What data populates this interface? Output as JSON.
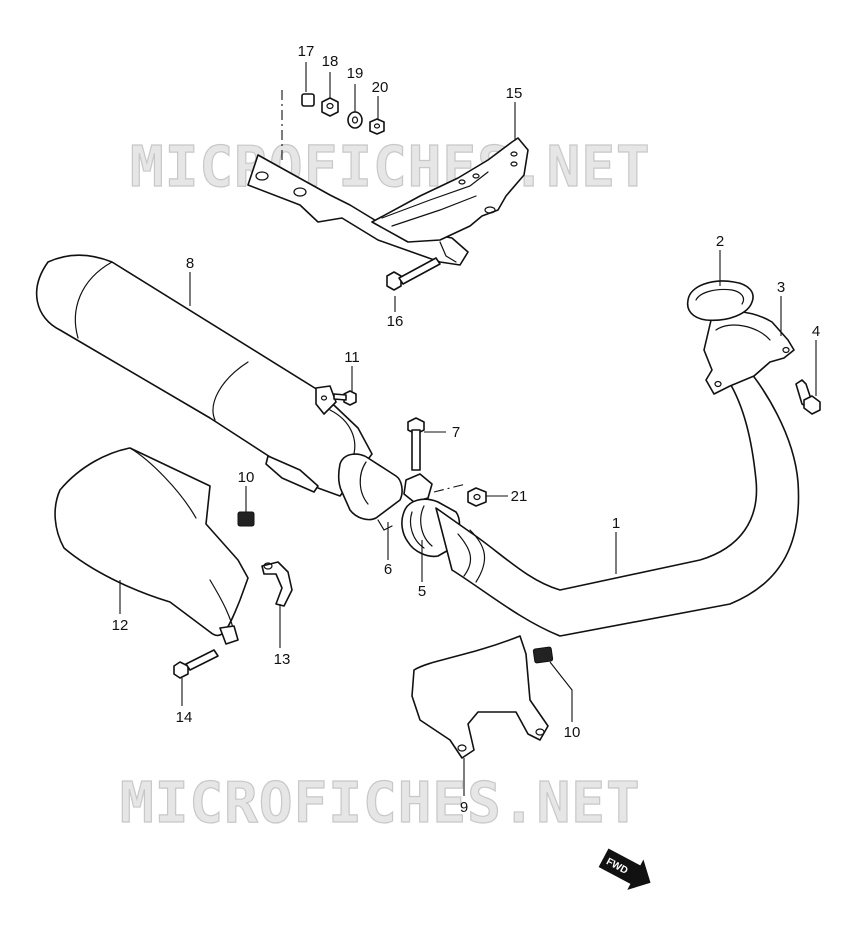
{
  "watermark": "MICROFICHES.NET",
  "fwd_label": "FWD",
  "callouts": [
    {
      "id": "c17",
      "label": "17"
    },
    {
      "id": "c18",
      "label": "18"
    },
    {
      "id": "c19",
      "label": "19"
    },
    {
      "id": "c20",
      "label": "20"
    },
    {
      "id": "c15",
      "label": "15"
    },
    {
      "id": "c16",
      "label": "16"
    },
    {
      "id": "c8",
      "label": "8"
    },
    {
      "id": "c2",
      "label": "2"
    },
    {
      "id": "c3",
      "label": "3"
    },
    {
      "id": "c4",
      "label": "4"
    },
    {
      "id": "c11",
      "label": "11"
    },
    {
      "id": "c7",
      "label": "7"
    },
    {
      "id": "c10a",
      "label": "10"
    },
    {
      "id": "c21",
      "label": "21"
    },
    {
      "id": "c1",
      "label": "1"
    },
    {
      "id": "c6",
      "label": "6"
    },
    {
      "id": "c5",
      "label": "5"
    },
    {
      "id": "c12",
      "label": "12"
    },
    {
      "id": "c13",
      "label": "13"
    },
    {
      "id": "c14",
      "label": "14"
    },
    {
      "id": "c10b",
      "label": "10"
    },
    {
      "id": "c9",
      "label": "9"
    }
  ]
}
